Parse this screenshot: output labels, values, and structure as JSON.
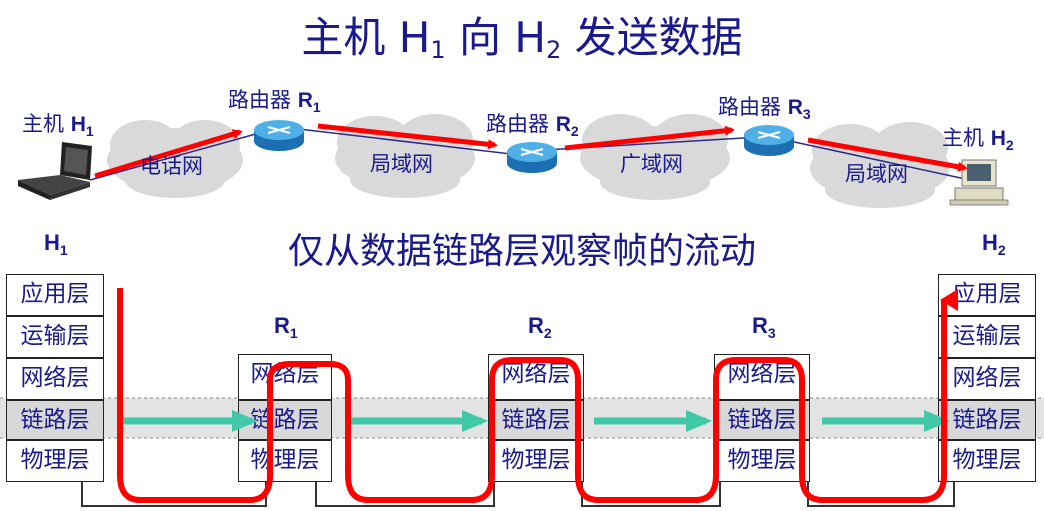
{
  "title": {
    "prefix": "主机 H",
    "sub1": "1",
    "mid": " 向 H",
    "sub2": "2",
    "suffix": " 发送数据"
  },
  "subtitle": "仅从数据链路层观察帧的流动",
  "network": {
    "host1": {
      "label": "主机 ",
      "name": "H",
      "sub": "1"
    },
    "host2": {
      "label": "主机 ",
      "name": "H",
      "sub": "2"
    },
    "routers": [
      {
        "label": "路由器 ",
        "name": "R",
        "sub": "1"
      },
      {
        "label": "路由器 ",
        "name": "R",
        "sub": "2"
      },
      {
        "label": "路由器 ",
        "name": "R",
        "sub": "3"
      }
    ],
    "clouds": [
      "电话网",
      "局域网",
      "广域网",
      "局域网"
    ]
  },
  "stacks": {
    "host_layers": [
      "应用层",
      "运输层",
      "网络层",
      "链路层",
      "物理层"
    ],
    "router_layers": [
      "网络层",
      "链路层",
      "物理层"
    ],
    "heads": [
      {
        "name": "H",
        "sub": "1"
      },
      {
        "name": "R",
        "sub": "1"
      },
      {
        "name": "R",
        "sub": "2"
      },
      {
        "name": "R",
        "sub": "3"
      },
      {
        "name": "H",
        "sub": "2"
      }
    ]
  },
  "colors": {
    "text": "#1a1a8c",
    "red_path": "#ff0000",
    "frame_arrow": "#40c8a8",
    "router": "#2a8fd0",
    "cloud": "#d8d8d8",
    "link_band": "#cccccc"
  },
  "icons": [
    "laptop-icon",
    "router-icon",
    "cloud-icon",
    "desktop-computer-icon"
  ]
}
